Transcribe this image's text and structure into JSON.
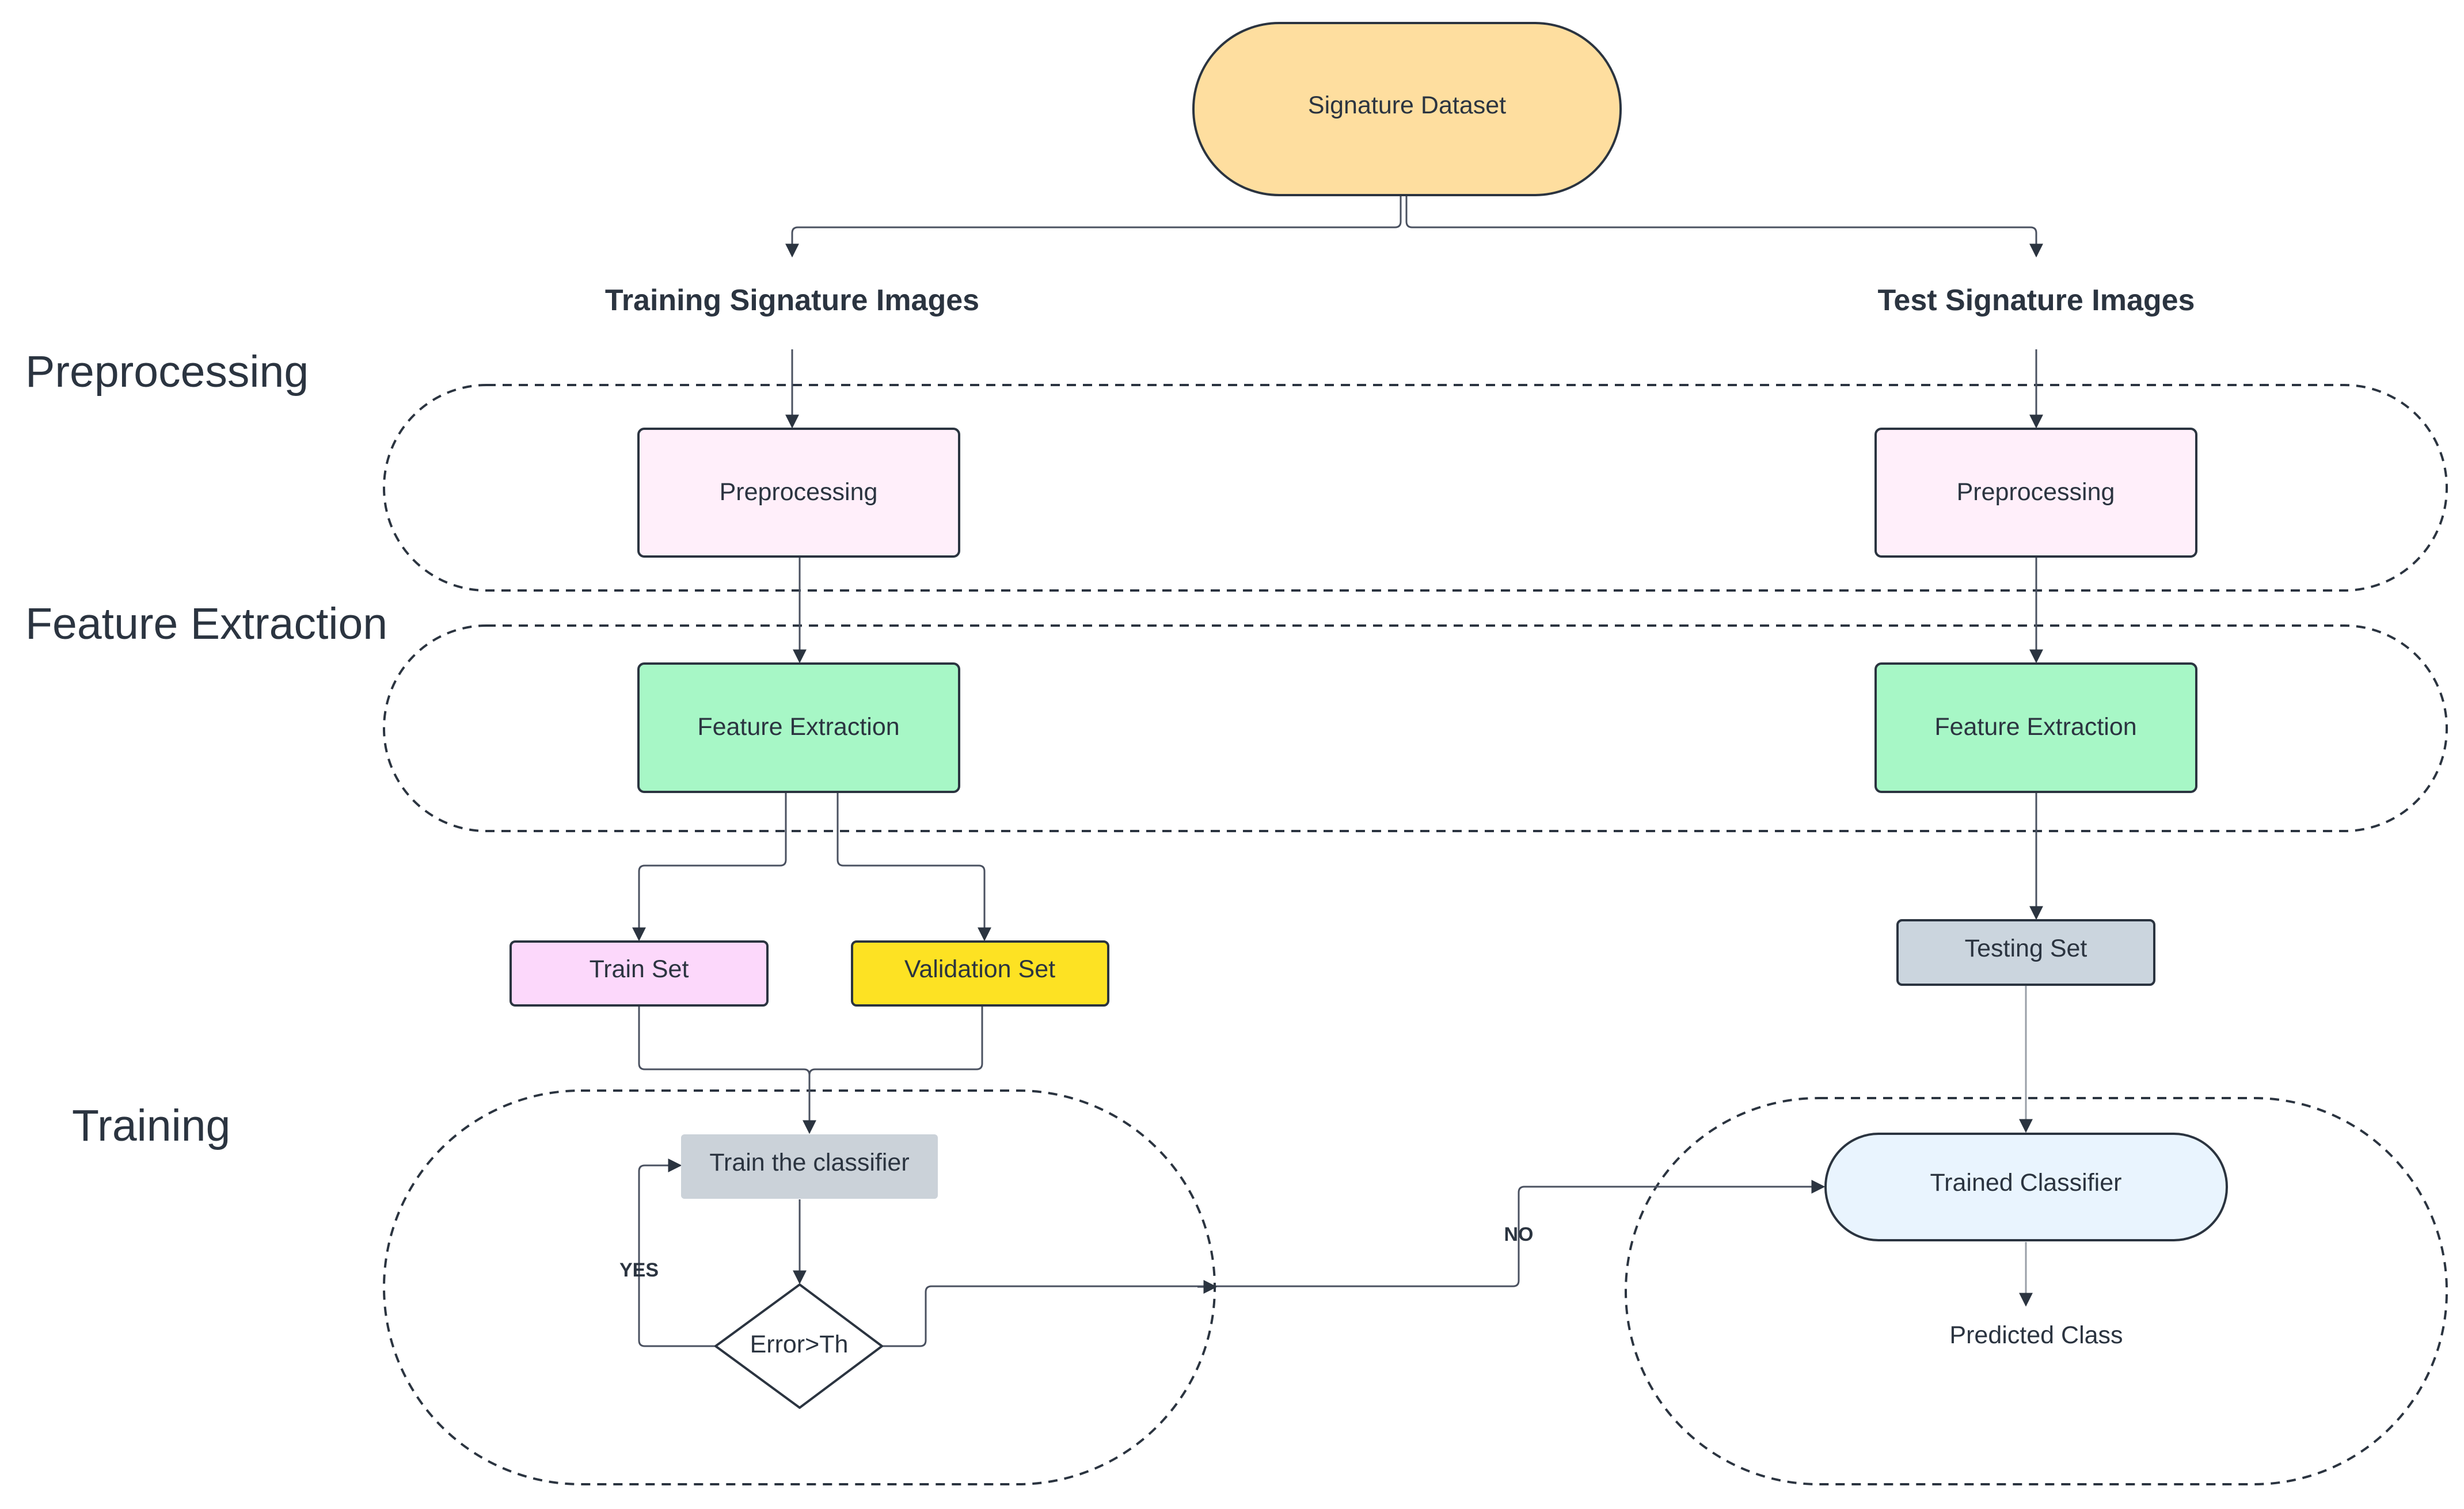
{
  "colors": {
    "dataset": "#fede9f",
    "preprocessing": "#ffeffa",
    "feature_extraction": "#a7f7c6",
    "train_set": "#fcd8fb",
    "validation_set": "#fde223",
    "testing_set": "#cbd5de",
    "train_classifier": "#cbd2d9",
    "trained_classifier": "#e9f4fe",
    "stroke": "#2b3440"
  },
  "stages": {
    "preprocessing": "Preprocessing",
    "feature_extraction": "Feature Extraction",
    "training": "Training"
  },
  "nodes": {
    "dataset": "Signature Dataset",
    "training_images": "Training Signature Images",
    "test_images": "Test Signature Images",
    "preprocessing_left": "Preprocessing",
    "preprocessing_right": "Preprocessing",
    "feature_left": "Feature Extraction",
    "feature_right": "Feature Extraction",
    "train_set": "Train Set",
    "validation_set": "Validation Set",
    "testing_set": "Testing Set",
    "train_classifier": "Train the classifier",
    "decision": "Error>Th",
    "trained_classifier": "Trained Classifier",
    "predicted_class": "Predicted Class"
  },
  "edge_labels": {
    "yes": "YES",
    "no": "NO"
  }
}
